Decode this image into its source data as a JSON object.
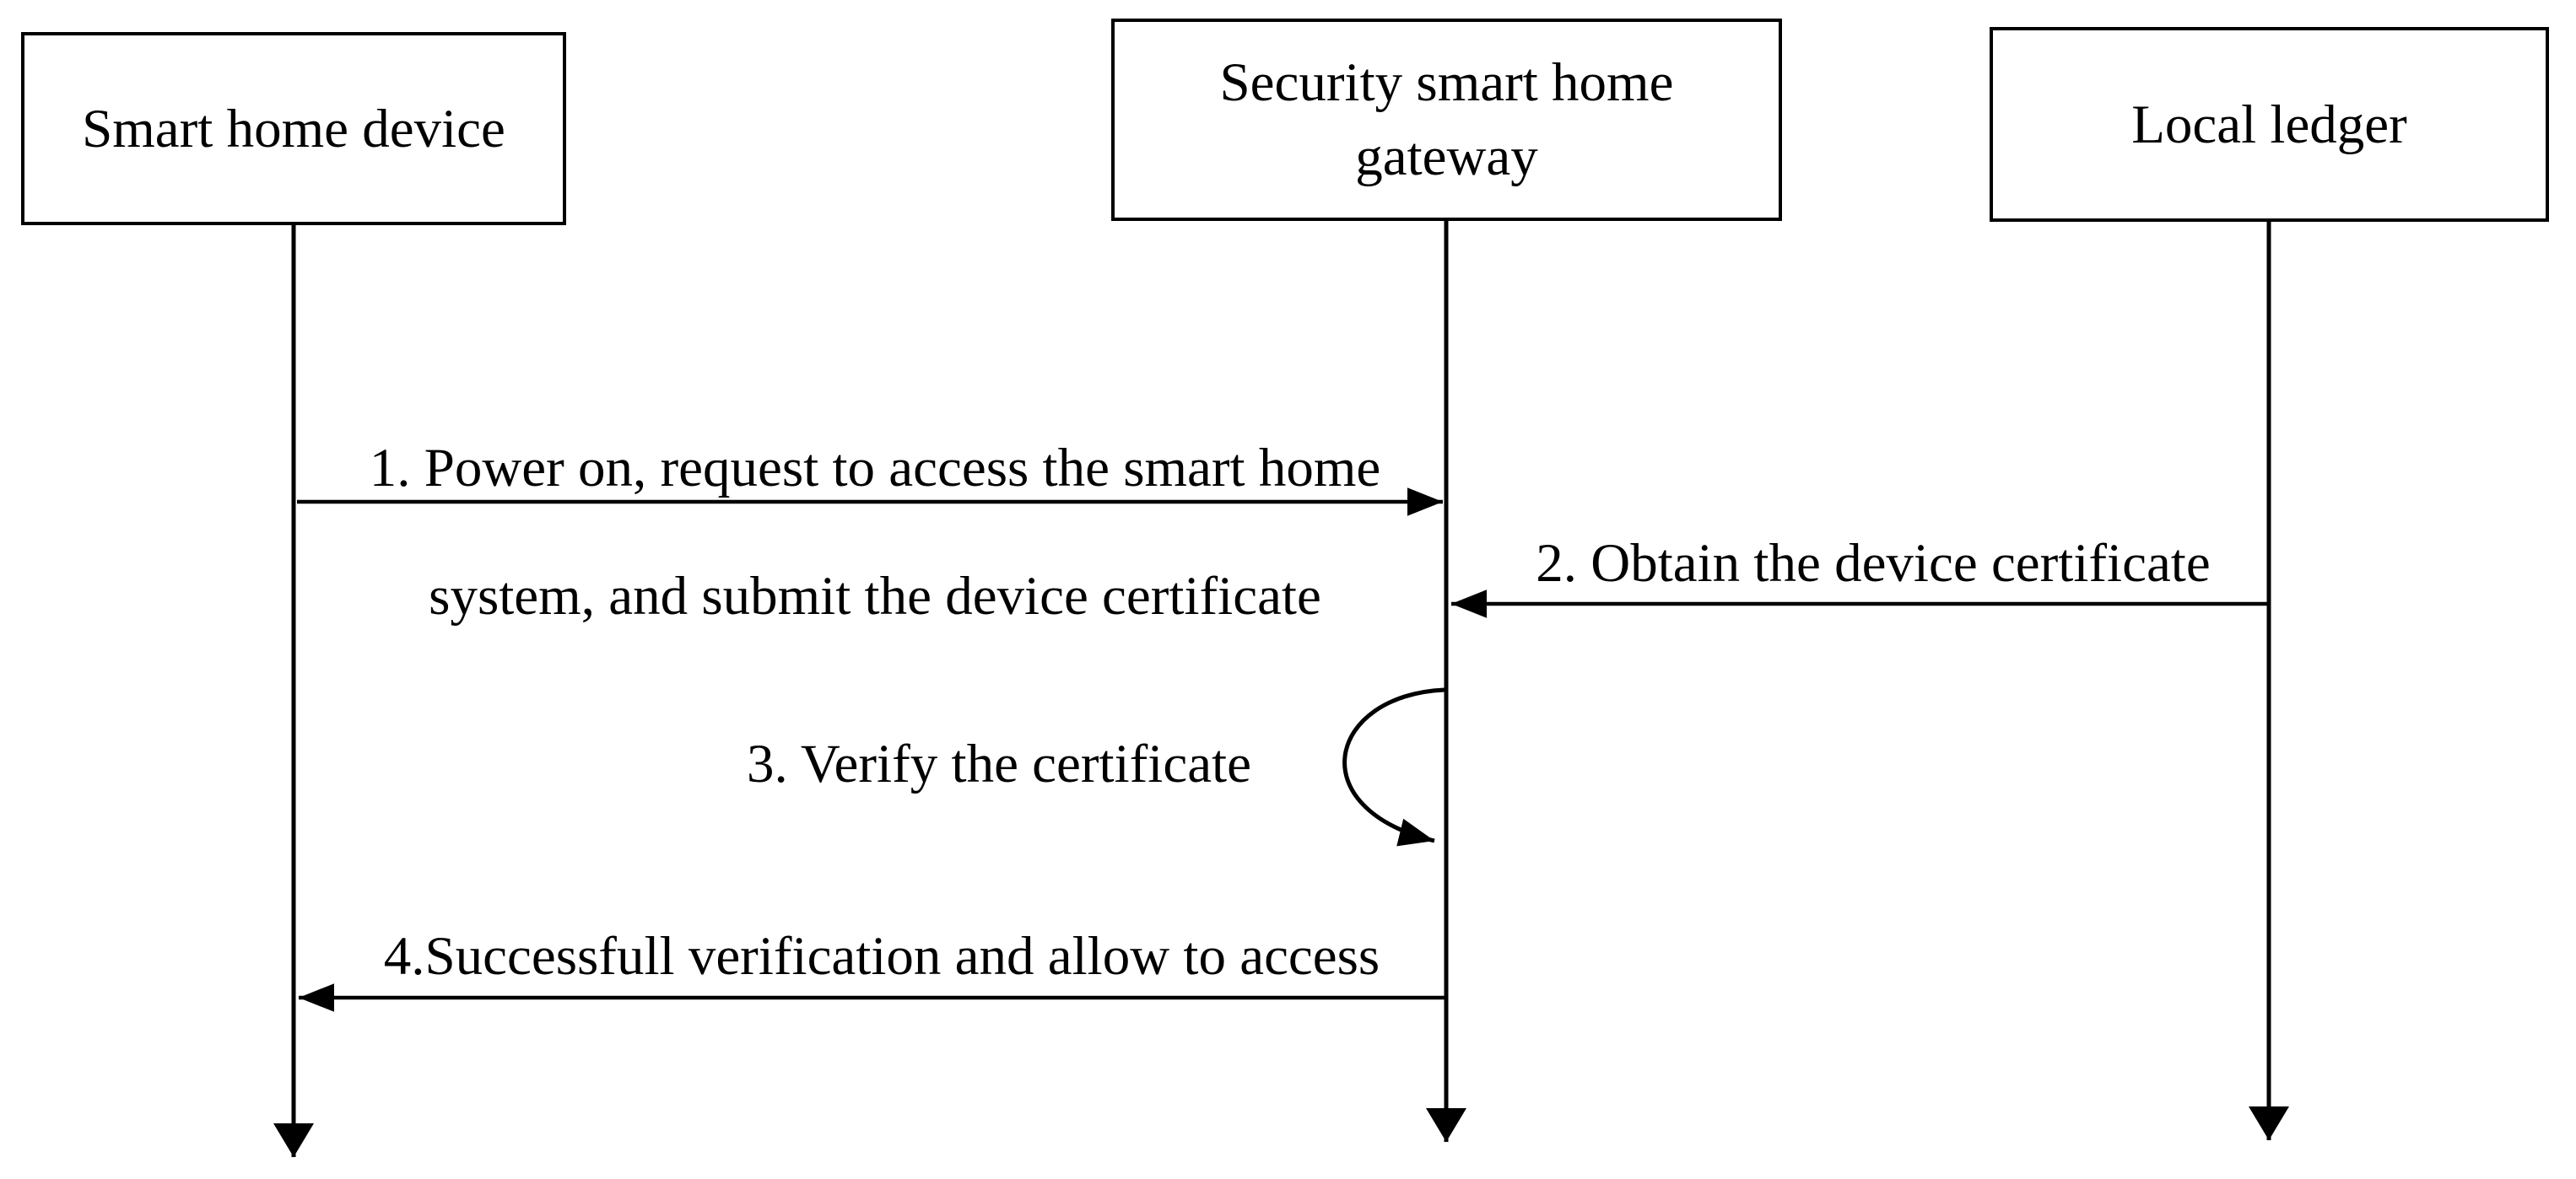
{
  "diagram": {
    "type": "sequence-diagram",
    "background_color": "#ffffff",
    "line_color": "#000000",
    "actors": [
      {
        "id": "smart-home-device",
        "label": "Smart home device"
      },
      {
        "id": "security-smart-home-gateway",
        "label": "Security smart home gateway"
      },
      {
        "id": "local-ledger",
        "label": "Local ledger"
      }
    ],
    "messages": [
      {
        "num": "1",
        "from": "smart-home-device",
        "to": "security-smart-home-gateway",
        "direction": "right",
        "lines": [
          "1. Power on, request to access the smart home",
          "system, and submit the device certificate"
        ]
      },
      {
        "num": "2",
        "from": "local-ledger",
        "to": "security-smart-home-gateway",
        "direction": "left",
        "lines": [
          "2. Obtain the device certificate"
        ]
      },
      {
        "num": "3",
        "from": "security-smart-home-gateway",
        "to": "security-smart-home-gateway",
        "direction": "self-loop",
        "lines": [
          "3. Verify the certificate"
        ]
      },
      {
        "num": "4",
        "from": "security-smart-home-gateway",
        "to": "smart-home-device",
        "direction": "left",
        "lines": [
          "4.Successfull verification and allow to access"
        ]
      }
    ]
  }
}
